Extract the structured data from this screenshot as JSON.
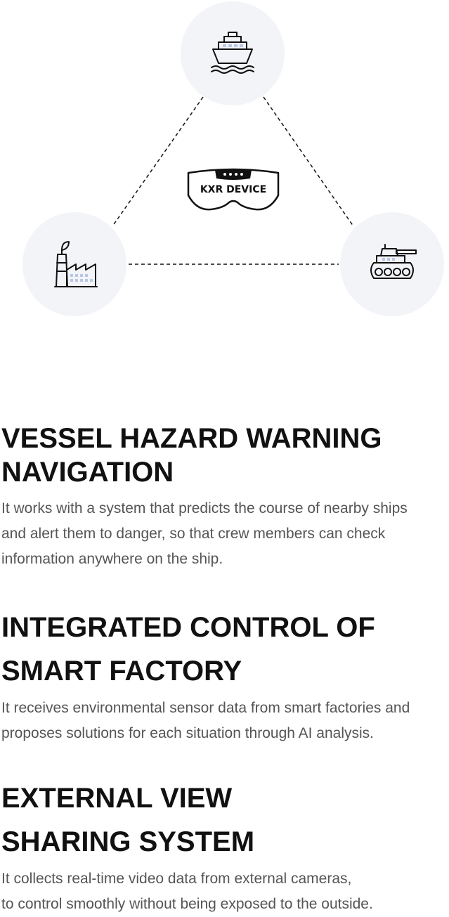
{
  "diagram": {
    "device_label": "KXR DEVICE",
    "nodes": [
      {
        "name": "ship",
        "icon": "ship-icon"
      },
      {
        "name": "factory",
        "icon": "factory-icon"
      },
      {
        "name": "tank",
        "icon": "tank-icon"
      }
    ],
    "colors": {
      "circle_bg": "#f3f4f8",
      "line": "#111111"
    }
  },
  "sections": [
    {
      "title_line1": "VESSEL HAZARD WARNING",
      "title_line2": "NAVIGATION",
      "body_line1": "It works with a system that predicts the course of nearby ships",
      "body_line2": "and alert them to danger, so that crew members can check",
      "body_line3": "information anywhere on the ship."
    },
    {
      "title_line1": "INTEGRATED CONTROL OF",
      "title_line2": "SMART FACTORY",
      "body_line1": "It receives environmental sensor data from smart factories and",
      "body_line2": "proposes solutions for each situation through AI analysis."
    },
    {
      "title_line1": "EXTERNAL VIEW",
      "title_line2": "SHARING SYSTEM",
      "body_line1": "It collects real-time video data from external cameras,",
      "body_line2": "to control smoothly without being exposed to the outside."
    }
  ],
  "colors": {
    "title": "#111111",
    "body": "#555555"
  }
}
